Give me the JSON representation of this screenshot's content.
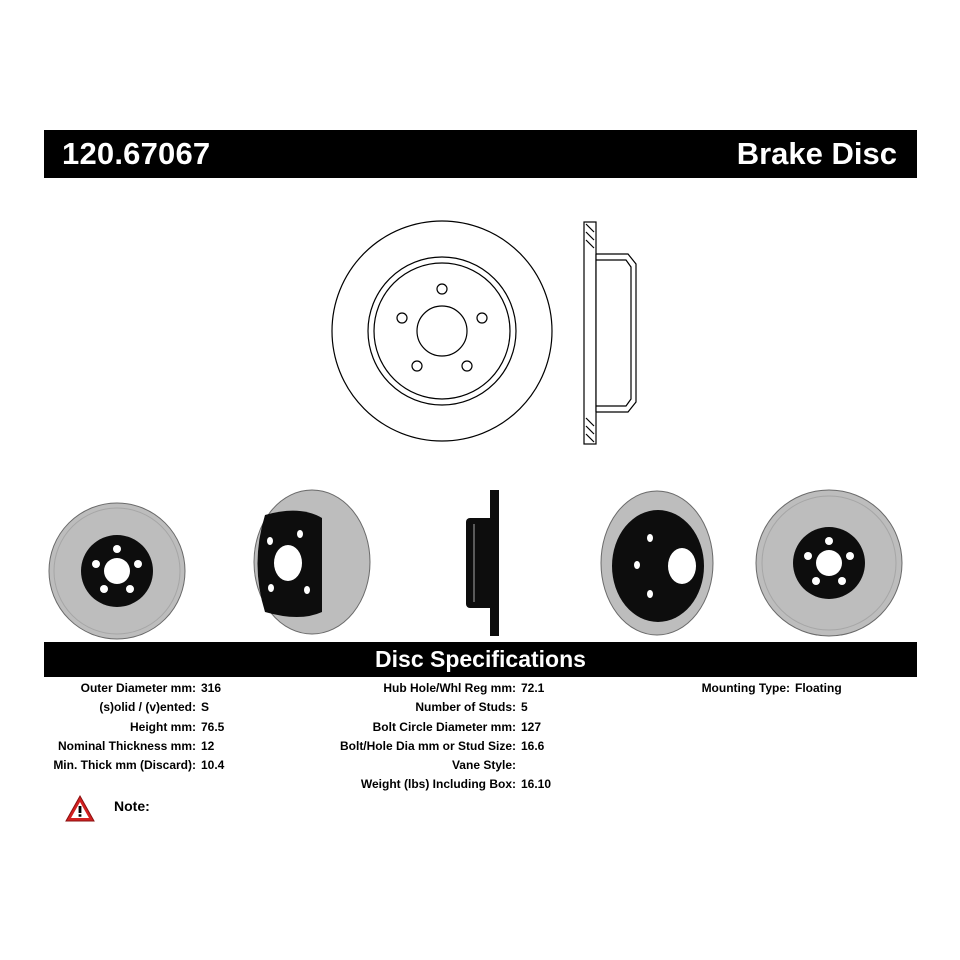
{
  "header": {
    "part_number": "120.67067",
    "product_type": "Brake Disc"
  },
  "specs_title": "Disc Specifications",
  "specs": {
    "column1": [
      {
        "label": "Outer Diameter mm:",
        "value": "316"
      },
      {
        "label": "(s)olid / (v)ented:",
        "value": "S"
      },
      {
        "label": "Height mm:",
        "value": "76.5"
      },
      {
        "label": "Nominal Thickness mm:",
        "value": "12"
      },
      {
        "label": "Min. Thick mm (Discard):",
        "value": "10.4"
      }
    ],
    "column2": [
      {
        "label": "Hub Hole/Whl Reg mm:",
        "value": "72.1"
      },
      {
        "label": "Number of Studs:",
        "value": "5"
      },
      {
        "label": "Bolt Circle Diameter mm:",
        "value": "127"
      },
      {
        "label": "Bolt/Hole Dia mm or Stud Size:",
        "value": "16.6"
      },
      {
        "label": "Vane Style:",
        "value": ""
      },
      {
        "label": "Weight (lbs) Including Box:",
        "value": "16.10"
      }
    ],
    "column3": [
      {
        "label": "Mounting Type:",
        "value": "Floating"
      }
    ]
  },
  "note": {
    "label": "Note:",
    "icon": "warning-triangle-icon"
  },
  "colors": {
    "bar_background": "#000000",
    "bar_text": "#ffffff",
    "rotor_face": "#b9b9b9",
    "hat_black": "#0d0d0d",
    "warning_red": "#d22020"
  }
}
